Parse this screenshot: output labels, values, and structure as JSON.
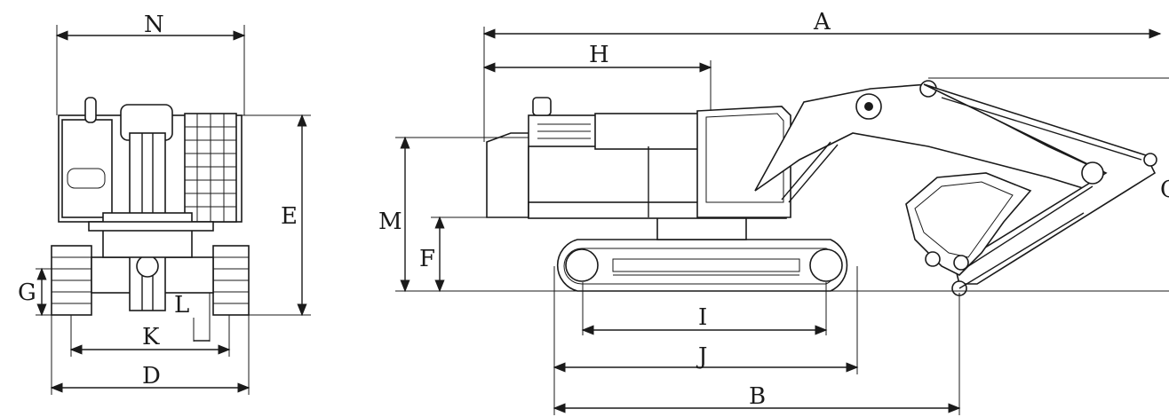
{
  "labels": {
    "N": "N",
    "E": "E",
    "G": "G",
    "L": "L",
    "K": "K",
    "D": "D",
    "A": "A",
    "H": "H",
    "M": "M",
    "F": "F",
    "I": "I",
    "J": "J",
    "B": "B",
    "C": "C"
  },
  "colors": {
    "line": "#1a1a1a",
    "background": "#ffffff"
  }
}
